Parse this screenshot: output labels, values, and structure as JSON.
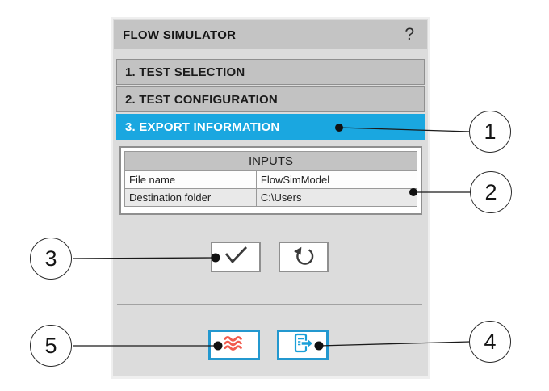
{
  "window": {
    "title": "FLOW SIMULATOR",
    "help": "?"
  },
  "steps": [
    {
      "label": "1. TEST SELECTION"
    },
    {
      "label": "2. TEST CONFIGURATION"
    },
    {
      "label": "3. EXPORT INFORMATION"
    }
  ],
  "inputs_table": {
    "title": "INPUTS",
    "rows": [
      {
        "label": "File name",
        "value": "FlowSimModel"
      },
      {
        "label": "Destination folder",
        "value": "C:\\Users"
      }
    ]
  },
  "action_icons": {
    "confirm": "check-icon",
    "reset": "reset-circular-arrow-icon",
    "run": "flow-waves-icon",
    "export": "export-document-icon"
  },
  "callouts": [
    "1",
    "2",
    "3",
    "4",
    "5"
  ],
  "colors": {
    "active_step_blue": "#1aa7e0",
    "blue_button_border": "#2398cf",
    "wave_red": "#f15b4e",
    "panel_gray": "#dcdcdc",
    "header_gray": "#c3c3c3"
  }
}
